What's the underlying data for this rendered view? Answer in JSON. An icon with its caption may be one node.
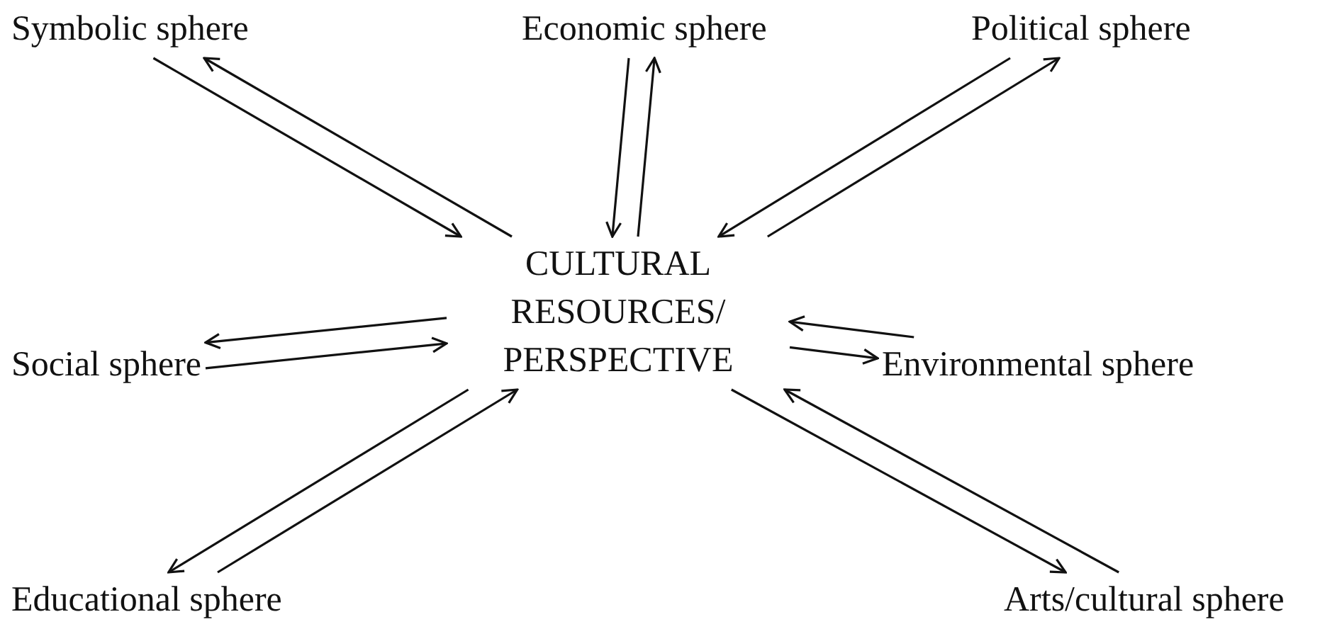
{
  "diagram": {
    "nodes": [
      {
        "text": [
          "CULTURAL RESOURCES/ PERSPECTIVE"
        ]
      },
      {
        "text": [
          "Symbolic sphere"
        ]
      },
      {
        "text": [
          "Economic sphere"
        ]
      },
      {
        "text": [
          "Political sphere"
        ]
      },
      {
        "text": [
          "Social sphere"
        ]
      },
      {
        "text": [
          "Environmental sphere"
        ]
      },
      {
        "text": [
          "Educational sphere"
        ]
      },
      {
        "text": [
          "Arts/cultural sphere"
        ]
      }
    ],
    "edges": [
      {
        "from": 0,
        "to": 1,
        "arrow": "to"
      },
      {
        "from": 1,
        "to": 0,
        "arrow": "to"
      },
      {
        "from": 0,
        "to": 2,
        "arrow": "to"
      },
      {
        "from": 2,
        "to": 0,
        "arrow": "to"
      },
      {
        "from": 0,
        "to": 3,
        "arrow": "to"
      },
      {
        "from": 3,
        "to": 0,
        "arrow": "to"
      },
      {
        "from": 0,
        "to": 4,
        "arrow": "to"
      },
      {
        "from": 4,
        "to": 0,
        "arrow": "to"
      },
      {
        "from": 0,
        "to": 5,
        "arrow": "to"
      },
      {
        "from": 5,
        "to": 0,
        "arrow": "to"
      },
      {
        "from": 0,
        "to": 6,
        "arrow": "to"
      },
      {
        "from": 6,
        "to": 0,
        "arrow": "to"
      },
      {
        "from": 0,
        "to": 7,
        "arrow": "to"
      },
      {
        "from": 7,
        "to": 0,
        "arrow": "to"
      }
    ]
  }
}
